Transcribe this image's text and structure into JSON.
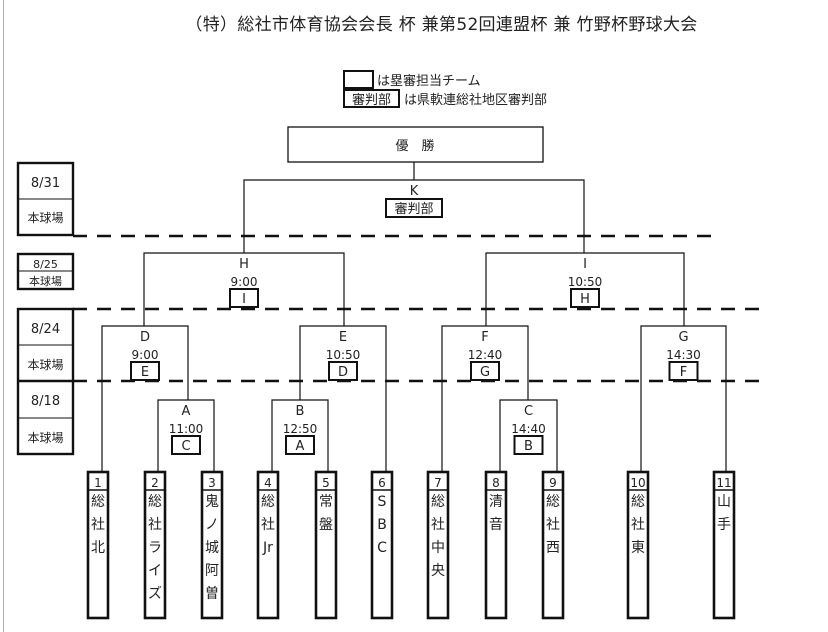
{
  "title": "（特）総社市体育協会会長 杯 兼第52回連盟杯 兼 竹野杯野球大会",
  "legend": {
    "blank_box_text": "は塁審担当チーム",
    "referee_box_label": "審判部",
    "referee_box_text": "は県軟連総社地区審判部"
  },
  "winner_label": "優　勝",
  "dates": [
    {
      "date": "8/31",
      "venue": "本球場"
    },
    {
      "date": "8/25",
      "venue": "本球場"
    },
    {
      "date": "8/24",
      "venue": "本球場"
    },
    {
      "date": "8/18",
      "venue": "本球場"
    }
  ],
  "matches": [
    {
      "id": "K",
      "time": "",
      "umpire": "審判部"
    },
    {
      "id": "H",
      "time": "9:00",
      "umpire": "I"
    },
    {
      "id": "I",
      "time": "10:50",
      "umpire": "H"
    },
    {
      "id": "D",
      "time": "9:00",
      "umpire": "E"
    },
    {
      "id": "E",
      "time": "10:50",
      "umpire": "D"
    },
    {
      "id": "F",
      "time": "12:40",
      "umpire": "G"
    },
    {
      "id": "G",
      "time": "14:30",
      "umpire": "F"
    },
    {
      "id": "A",
      "time": "11:00",
      "umpire": "C"
    },
    {
      "id": "B",
      "time": "12:50",
      "umpire": "A"
    },
    {
      "id": "C",
      "time": "14:40",
      "umpire": "B"
    }
  ],
  "teams": [
    {
      "no": "1",
      "name": [
        "総",
        "社",
        "北"
      ]
    },
    {
      "no": "2",
      "name": [
        "総",
        "社",
        "ラ",
        "イ",
        "ズ"
      ]
    },
    {
      "no": "3",
      "name": [
        "鬼",
        "ノ",
        "城",
        "阿",
        "曽"
      ]
    },
    {
      "no": "4",
      "name": [
        "総",
        "社",
        "Jr"
      ]
    },
    {
      "no": "5",
      "name": [
        "常",
        "盤"
      ]
    },
    {
      "no": "6",
      "name": [
        "S",
        "B",
        "C"
      ]
    },
    {
      "no": "7",
      "name": [
        "総",
        "社",
        "中",
        "央"
      ]
    },
    {
      "no": "8",
      "name": [
        "清",
        "音"
      ]
    },
    {
      "no": "9",
      "name": [
        "総",
        "社",
        "西"
      ]
    },
    {
      "no": "10",
      "name": [
        "総",
        "社",
        "東"
      ]
    },
    {
      "no": "11",
      "name": [
        "山",
        "手"
      ]
    }
  ]
}
